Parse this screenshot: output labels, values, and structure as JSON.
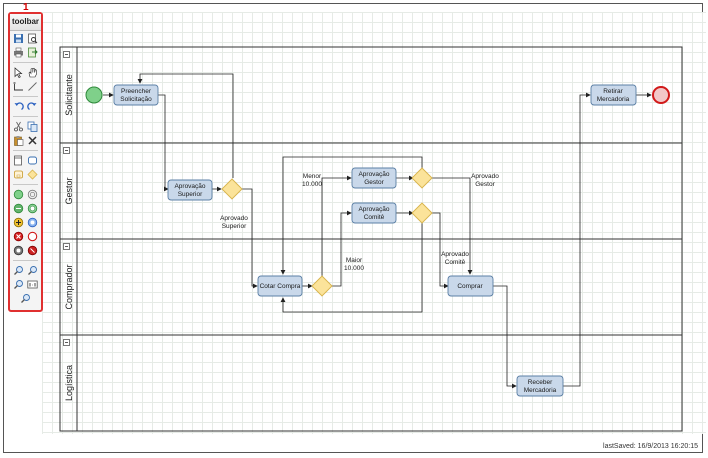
{
  "annotation_badge": "1",
  "toolbar": {
    "title": "toolbar",
    "rows": [
      [
        {
          "name": "save-icon",
          "glyph": "save"
        },
        {
          "name": "print-preview-icon",
          "glyph": "preview"
        }
      ],
      [
        {
          "name": "print-icon",
          "glyph": "print"
        },
        {
          "name": "export-icon",
          "glyph": "export"
        }
      ],
      "sep",
      [
        {
          "name": "select-pointer-icon",
          "glyph": "pointer"
        },
        {
          "name": "pan-hand-icon",
          "glyph": "hand"
        }
      ],
      [
        {
          "name": "connector-elbow-icon",
          "glyph": "elbow"
        },
        {
          "name": "connector-straight-icon",
          "glyph": "line"
        }
      ],
      "sep",
      [
        {
          "name": "undo-icon",
          "glyph": "undo"
        },
        {
          "name": "redo-icon",
          "glyph": "redo"
        }
      ],
      "sep",
      [
        {
          "name": "cut-icon",
          "glyph": "cut"
        },
        {
          "name": "copy-icon",
          "glyph": "copy"
        }
      ],
      [
        {
          "name": "paste-icon",
          "glyph": "paste"
        },
        {
          "name": "delete-icon",
          "glyph": "delete"
        }
      ],
      "sep",
      [
        {
          "name": "swimlane-icon",
          "glyph": "lane"
        },
        {
          "name": "task-icon",
          "glyph": "task"
        }
      ],
      [
        {
          "name": "subprocess-icon",
          "glyph": "subproc"
        },
        {
          "name": "gateway-icon",
          "glyph": "gateway"
        }
      ],
      "sep",
      [
        {
          "name": "start-event-icon",
          "glyph": "start"
        },
        {
          "name": "message-start-icon",
          "glyph": "msgstart"
        }
      ],
      [
        {
          "name": "intermediate-event-icon",
          "glyph": "intermediate"
        },
        {
          "name": "timer-event-icon",
          "glyph": "timer"
        }
      ],
      [
        {
          "name": "multiple-event-icon",
          "glyph": "plus"
        },
        {
          "name": "link-event-icon",
          "glyph": "link"
        }
      ],
      [
        {
          "name": "error-event-icon",
          "glyph": "error"
        },
        {
          "name": "cancel-event-icon",
          "glyph": "cancel"
        }
      ],
      [
        {
          "name": "terminate-event-icon",
          "glyph": "terminate"
        },
        {
          "name": "end-event-icon",
          "glyph": "end"
        }
      ],
      "sep",
      [
        {
          "name": "zoom-in-icon",
          "glyph": "zoomin"
        },
        {
          "name": "zoom-out-icon",
          "glyph": "zoomout"
        }
      ],
      [
        {
          "name": "zoom-fit-icon",
          "glyph": "zoomfit"
        },
        {
          "name": "zoom-actual-icon",
          "glyph": "actual"
        }
      ],
      [
        {
          "name": "zoom-icon",
          "glyph": "zoom"
        }
      ]
    ]
  },
  "lanes": [
    {
      "id": "solicitante",
      "label": "Solicitante"
    },
    {
      "id": "gestor",
      "label": "Gestor"
    },
    {
      "id": "comprador",
      "label": "Comprador"
    },
    {
      "id": "logistica",
      "label": "Logística"
    }
  ],
  "tasks": [
    {
      "id": "preencher",
      "lines": [
        "Preencher",
        "Solicitação"
      ]
    },
    {
      "id": "aprov-superior",
      "lines": [
        "Aprovação",
        "Superior"
      ]
    },
    {
      "id": "aprov-gestor",
      "lines": [
        "Aprovação",
        "Gestor"
      ]
    },
    {
      "id": "aprov-comite",
      "lines": [
        "Aprovação",
        "Comitê"
      ]
    },
    {
      "id": "cotar",
      "lines": [
        "Cotar Compra"
      ]
    },
    {
      "id": "comprar",
      "lines": [
        "Comprar"
      ]
    },
    {
      "id": "receber",
      "lines": [
        "Receber",
        "Mercadoria"
      ]
    },
    {
      "id": "retirar",
      "lines": [
        "Retirar",
        "Mercadoria"
      ]
    }
  ],
  "edge_labels": [
    {
      "id": "aprovado-superior",
      "lines": [
        "Aprovado",
        "Superior"
      ]
    },
    {
      "id": "menor",
      "lines": [
        "Menor",
        "10.000"
      ]
    },
    {
      "id": "maior",
      "lines": [
        "Maior",
        "10.000"
      ]
    },
    {
      "id": "aprovado-gestor",
      "lines": [
        "Aprovado",
        "Gestor"
      ]
    },
    {
      "id": "aprovado-comite",
      "lines": [
        "Aprovado",
        "Comitê"
      ]
    }
  ],
  "colors": {
    "task_fill": "#c9d8ea",
    "task_stroke": "#5b7fa5",
    "gateway_fill": "#fbe39a",
    "gateway_stroke": "#d8b34a",
    "start_fill": "#7fd08a",
    "start_stroke": "#2f8a3b",
    "end_fill": "#f3c8c8",
    "end_stroke": "#d11a1a",
    "toolbar_border": "#e03030"
  },
  "status": {
    "last_saved": "lastSaved: 16/9/2013 16:20:15"
  }
}
